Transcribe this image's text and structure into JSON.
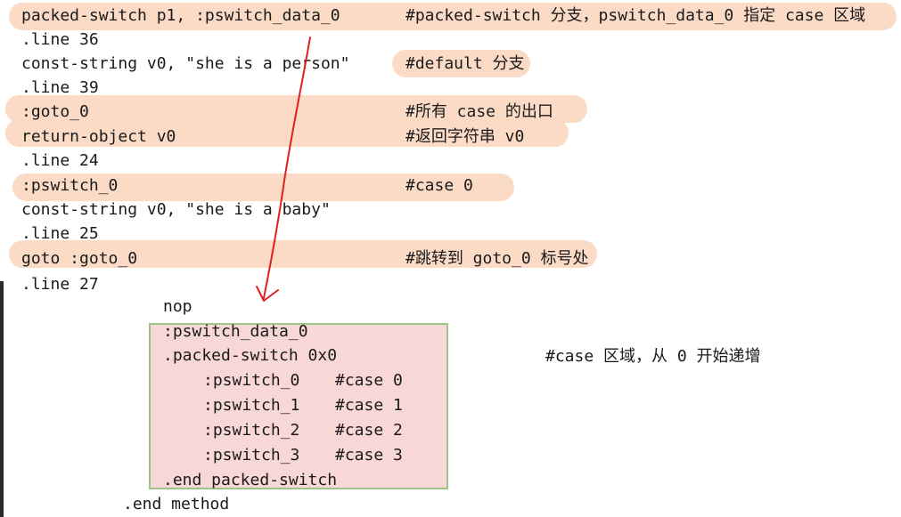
{
  "top_code": {
    "lines": [
      "packed-switch p1, :pswitch_data_0",
      ".line 36",
      "const-string v0, \"she is a person\"",
      ".line 39",
      ":goto_0",
      "return-object v0",
      ".line 24",
      ":pswitch_0",
      "const-string v0, \"she is a baby\"",
      ".line 25",
      "goto :goto_0",
      ".line 27"
    ],
    "comments": {
      "packed": "#packed-switch 分支，pswitch_data_0 指定 case 区域",
      "default": "#default 分支",
      "goto_exit": "#所有 case 的出口",
      "return": "#返回字符串 v0",
      "case0": "#case 0",
      "jump": "#跳转到 goto_0 标号处"
    }
  },
  "bottom_code": {
    "nop": "nop",
    "data_label": ":pswitch_data_0",
    "packed_header": ".packed-switch 0x0",
    "cases": [
      {
        "label": ":pswitch_0",
        "comment": "#case 0"
      },
      {
        "label": ":pswitch_1",
        "comment": "#case 1"
      },
      {
        "label": ":pswitch_2",
        "comment": "#case 2"
      },
      {
        "label": ":pswitch_3",
        "comment": "#case 3"
      }
    ],
    "end_packed": ".end packed-switch",
    "end_method": ".end method",
    "note": "#case 区域，从 0 开始递增"
  },
  "colors": {
    "highlight": "#fbd9c3",
    "box_fill": "#f8d7d7",
    "box_border": "#9ec48a",
    "arrow": "#e02020"
  }
}
